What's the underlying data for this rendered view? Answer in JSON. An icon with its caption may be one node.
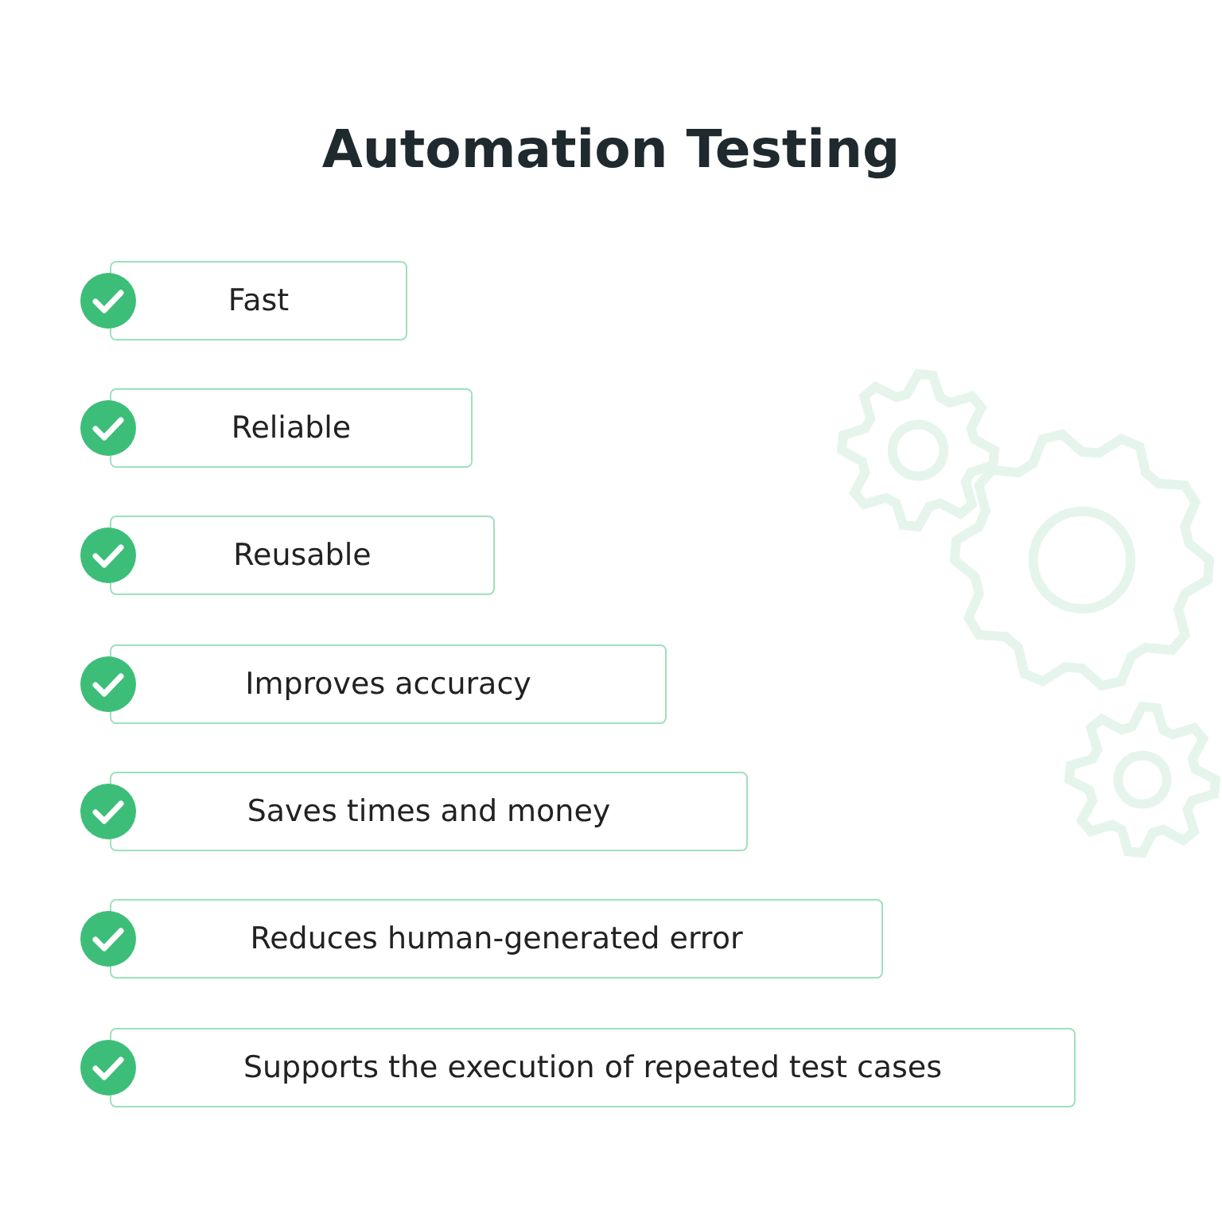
{
  "diagram": {
    "title": "Automation Testing",
    "nodes": [
      {
        "text": [
          "Fast"
        ]
      },
      {
        "text": [
          "Reliable"
        ]
      },
      {
        "text": [
          "Reusable"
        ]
      },
      {
        "text": [
          "Improves accuracy"
        ]
      },
      {
        "text": [
          "Saves times and money"
        ]
      },
      {
        "text": [
          "Reduces human-generated error"
        ]
      },
      {
        "text": [
          "Supports the execution of repeated test cases"
        ]
      }
    ],
    "edges": []
  }
}
